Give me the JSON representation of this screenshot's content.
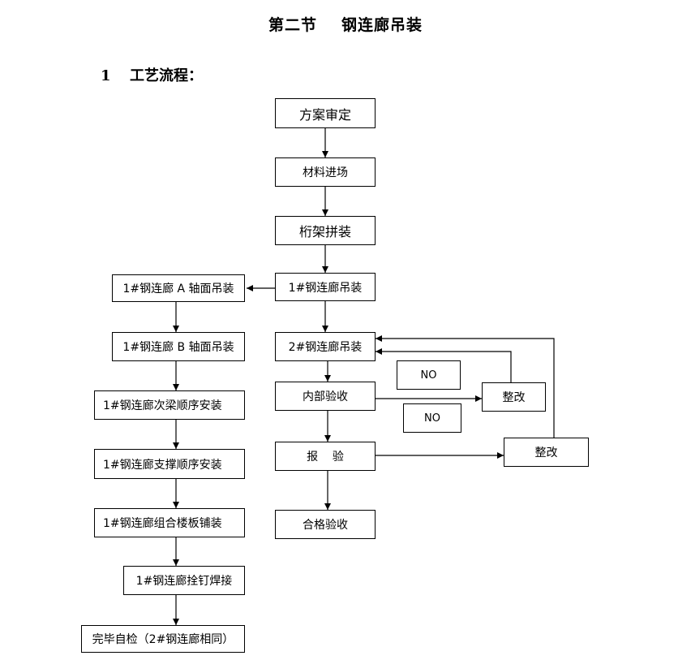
{
  "title": {
    "part1": "第二节",
    "part2": "钢连廊吊装"
  },
  "section": {
    "number": "1",
    "label": "工艺流程："
  },
  "flow": {
    "approval": "方案审定",
    "materials": "材料进场",
    "truss": "桁架拼装",
    "lift1": "1#钢连廊吊装",
    "lift2": "2#钢连廊吊装",
    "internal_check": "内部验收",
    "report": "报    验",
    "pass": "合格验收",
    "no1": "NO",
    "no2": "NO",
    "fix1": "整改",
    "fix2": "整改",
    "axisA": "1#钢连廊 A 轴面吊装",
    "axisB": "1#钢连廊 B 轴面吊装",
    "beams": "1#钢连廊次梁顺序安装",
    "braces": "1#钢连廊支撑顺序安装",
    "floor": "1#钢连廊组合楼板铺装",
    "studs": "1#钢连廊拴钉焊接",
    "complete": "完毕自检（2#钢连廊相同）"
  }
}
